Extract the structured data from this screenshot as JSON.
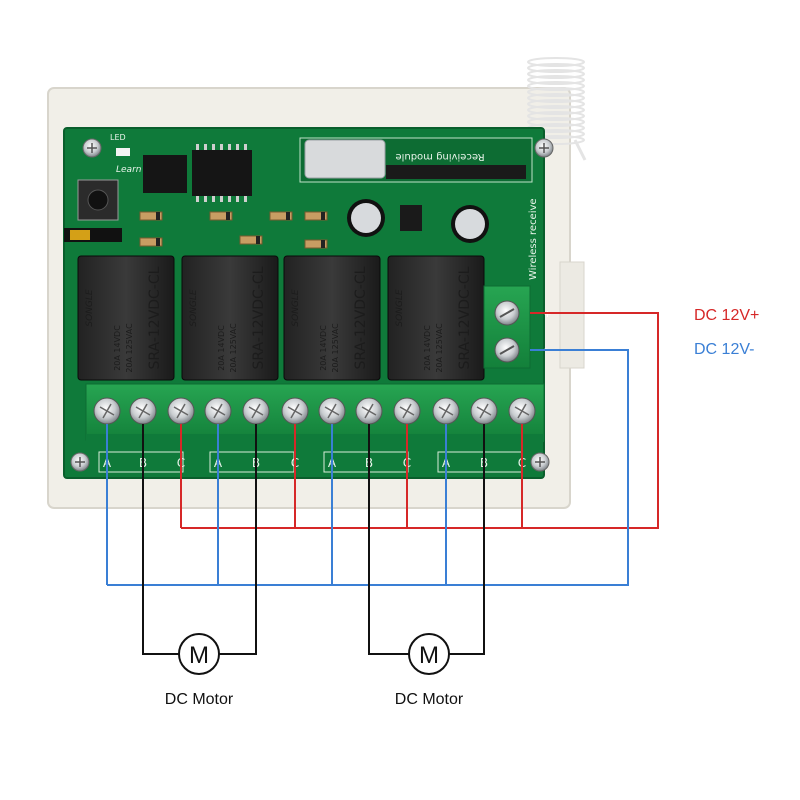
{
  "power": {
    "positive_label": "DC 12V+",
    "negative_label": "DC 12V-",
    "positive_color": "#d62828",
    "negative_color": "#3a7fd5",
    "plus_sign": "+",
    "minus_sign": "-"
  },
  "board": {
    "module_label": "Receiving module",
    "side_label": "Wireless receive",
    "learn_label": "Learn",
    "led_label": "LED",
    "pcb_color": "#0f7a3a",
    "relays": [
      {
        "brand": "SONGLE",
        "model": "SRA-12VDC-CL",
        "rating1": "20A 14VDC",
        "rating2": "20A 125VAC"
      },
      {
        "brand": "SONGLE",
        "model": "SRA-12VDC-CL",
        "rating1": "20A 14VDC",
        "rating2": "20A 125VAC"
      },
      {
        "brand": "SONGLE",
        "model": "SRA-12VDC-CL",
        "rating1": "20A 14VDC",
        "rating2": "20A 125VAC"
      },
      {
        "brand": "SONGLE",
        "model": "SRA-12VDC-CL",
        "rating1": "20A 14VDC",
        "rating2": "20A 125VAC"
      }
    ],
    "channels": [
      {
        "a": "A",
        "b": "B",
        "c": "C"
      },
      {
        "a": "A",
        "b": "B",
        "c": "C"
      },
      {
        "a": "A",
        "b": "B",
        "c": "C"
      },
      {
        "a": "A",
        "b": "B",
        "c": "C"
      }
    ]
  },
  "motors": [
    {
      "symbol": "M",
      "label": "DC Motor"
    },
    {
      "symbol": "M",
      "label": "DC Motor"
    }
  ]
}
